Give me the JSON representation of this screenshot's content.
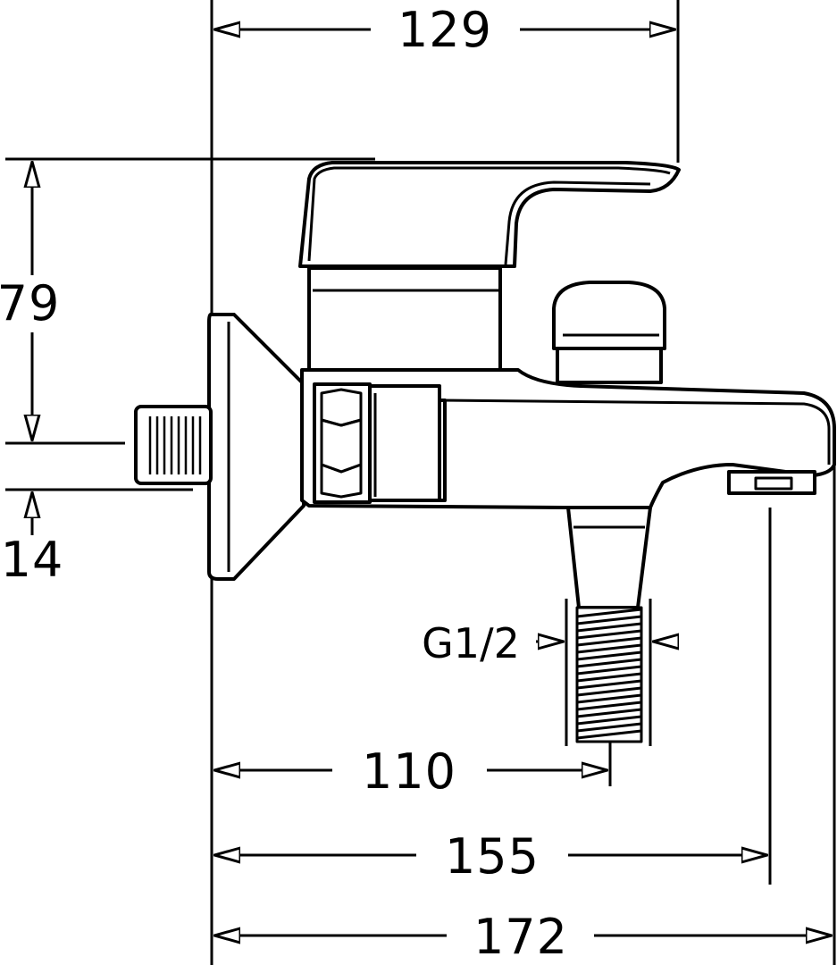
{
  "dimensions": {
    "top_width": "129",
    "height_79": "79",
    "offset_14": "14",
    "thread": "G1/2",
    "len_110": "110",
    "len_155": "155",
    "len_172": "172"
  },
  "colors": {
    "line": "#000000",
    "background": "#ffffff"
  }
}
